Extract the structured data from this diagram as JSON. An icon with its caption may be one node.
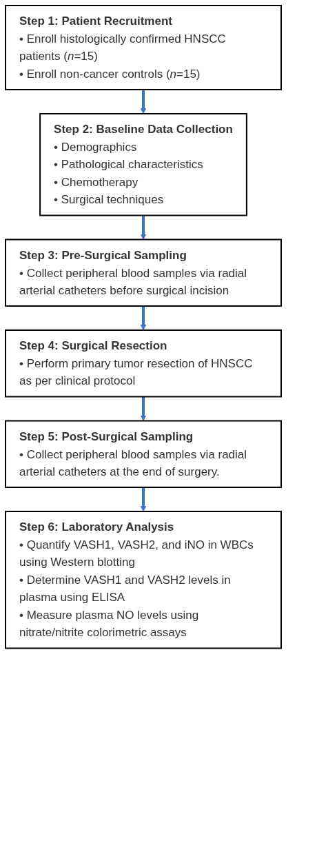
{
  "diagram": {
    "nodes": [
      {
        "text": [
          "Step 1: Patient Recruitment",
          "• Enroll histologically confirmed HNSCC patients (*n*=15)",
          "• Enroll non-cancer controls (*n*=15)"
        ]
      },
      {
        "text": [
          "Step 2: Baseline Data Collection",
          "• Demographics",
          "• Pathological characteristics",
          "• Chemotherapy",
          "• Surgical techniques"
        ]
      },
      {
        "text": [
          "Step 3: Pre-Surgical Sampling",
          "• Collect peripheral blood samples via radial arterial catheters before surgical incision"
        ]
      },
      {
        "text": [
          "Step 4: Surgical Resection",
          "• Perform primary tumor resection of HNSCC as per clinical protocol"
        ]
      },
      {
        "text": [
          "Step 5: Post-Surgical Sampling",
          "• Collect peripheral blood samples via radial arterial catheters at the end of surgery."
        ]
      },
      {
        "text": [
          "Step 6: Laboratory Analysis",
          "• Quantify VASH1, VASH2, and iNO in WBCs using Western blotting",
          "• Determine VASH1 and VASH2 levels in plasma using ELISA",
          "• Measure plasma NO levels using nitrate/nitrite colorimetric assays"
        ]
      }
    ],
    "edges": [
      {
        "from": 0,
        "to": 1,
        "arrow": "to"
      },
      {
        "from": 1,
        "to": 2,
        "arrow": "to"
      },
      {
        "from": 2,
        "to": 3,
        "arrow": "to"
      },
      {
        "from": 3,
        "to": 4,
        "arrow": "to"
      },
      {
        "from": 4,
        "to": 5,
        "arrow": "to"
      }
    ]
  }
}
